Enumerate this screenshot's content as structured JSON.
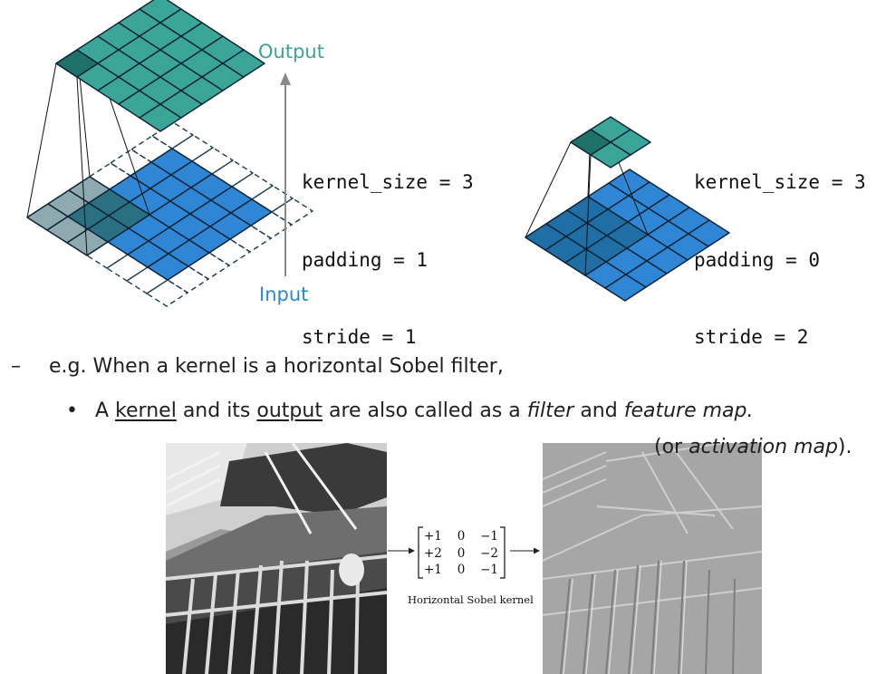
{
  "diagram_left": {
    "output_label": "Output",
    "input_label": "Input",
    "params": [
      "kernel_size = 3",
      "padding = 1",
      "stride = 1"
    ]
  },
  "diagram_right": {
    "params": [
      "kernel_size = 3",
      "padding = 0",
      "stride = 2"
    ]
  },
  "bullet_dash": "–",
  "line1": "e.g. When a kernel is a horizontal Sobel filter,",
  "bullet_dot": "•",
  "line2": {
    "w1": "A",
    "kernel": "kernel",
    "w2": "and its",
    "output": "output",
    "w3": "are also called as a",
    "filter": "filter",
    "w4": "and",
    "feature_map": "feature map."
  },
  "line3": {
    "open": "(or",
    "activation": "activation map",
    "close": ")."
  },
  "sobel": {
    "rows": [
      [
        "+1",
        "0",
        "−1"
      ],
      [
        "+2",
        "0",
        "−2"
      ],
      [
        "+1",
        "0",
        "−1"
      ]
    ],
    "caption": "Horizontal Sobel kernel"
  },
  "colors": {
    "output_teal": "#3aa598",
    "input_blue": "#2f86d4",
    "dark_overlay": "#2b6f82",
    "arrow_gray": "#8a8a8a"
  }
}
